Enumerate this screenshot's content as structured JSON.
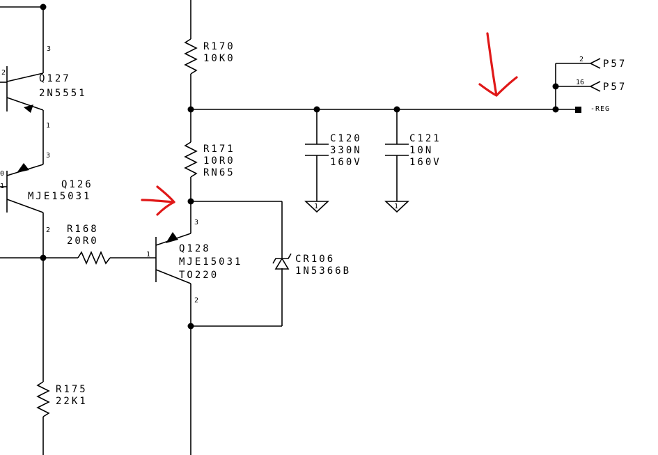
{
  "components": {
    "r170": {
      "ref": "R170",
      "value": "10K0"
    },
    "r171": {
      "ref": "R171",
      "value": "10R0",
      "extra": "RN65"
    },
    "r168": {
      "ref": "R168",
      "value": "20R0"
    },
    "r175": {
      "ref": "R175",
      "value": "22K1"
    },
    "c120": {
      "ref": "C120",
      "value": "330N",
      "voltage": "160V"
    },
    "c121": {
      "ref": "C121",
      "value": "10N",
      "voltage": "160V"
    },
    "q127": {
      "ref": "Q127",
      "part": "2N5551"
    },
    "q126": {
      "ref": "Q126",
      "part": "MJE15031"
    },
    "q128": {
      "ref": "Q128",
      "part": "MJE15031",
      "package": "TO220"
    },
    "cr106": {
      "ref": "CR106",
      "part": "1N5366B"
    }
  },
  "pins": {
    "q127_collector": "3",
    "q127_emitter": "1",
    "q127_base": "2",
    "q126_collector": "3",
    "q126_base": "1",
    "q126_emitter": "2",
    "q128_collector": "3",
    "q128_base": "1",
    "q128_emitter": "2",
    "gnd": "1",
    "q126_base_partial": "0"
  },
  "connectors": [
    {
      "pin": "2",
      "name": "P57"
    },
    {
      "pin": "16",
      "name": "P57"
    }
  ],
  "net": {
    "neg_reg": "-REG"
  },
  "annotations": {
    "color": "#e01818"
  }
}
